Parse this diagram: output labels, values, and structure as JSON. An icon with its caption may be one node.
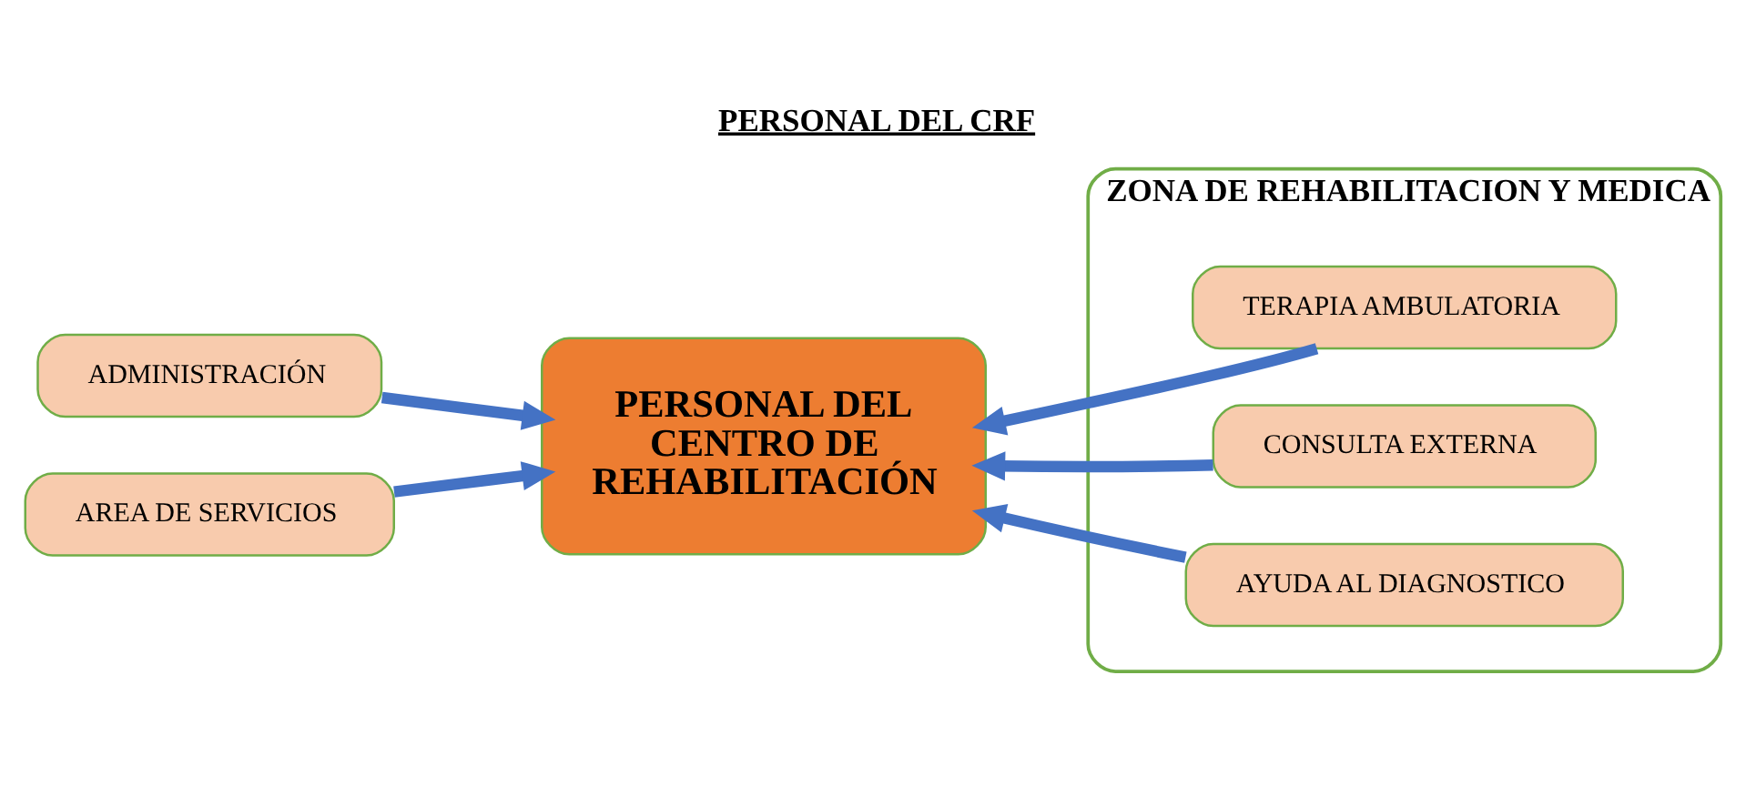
{
  "diagram": {
    "title": "PERSONAL DEL CRF",
    "nodes": [
      {
        "text": [
          "ADMINISTRACIÓN"
        ]
      },
      {
        "text": [
          "AREA DE SERVICIOS"
        ]
      },
      {
        "text": [
          "PERSONAL DEL CENTRO DE REHABILITACIÓN"
        ]
      },
      {
        "text": [
          "ZONA DE REHABILITACION Y MEDICA"
        ]
      },
      {
        "text": [
          "TERAPIA AMBULATORIA"
        ],
        "in": 3
      },
      {
        "text": [
          "CONSULTA EXTERNA"
        ],
        "in": 3
      },
      {
        "text": [
          "AYUDA AL DIAGNOSTICO"
        ],
        "in": 3
      }
    ],
    "edges": [
      {
        "from": 0,
        "to": 2,
        "arrow": "to"
      },
      {
        "from": 1,
        "to": 2,
        "arrow": "to"
      },
      {
        "from": 4,
        "to": 2,
        "arrow": "to"
      },
      {
        "from": 5,
        "to": 2,
        "arrow": "to"
      },
      {
        "from": 6,
        "to": 2,
        "arrow": "to"
      }
    ]
  }
}
